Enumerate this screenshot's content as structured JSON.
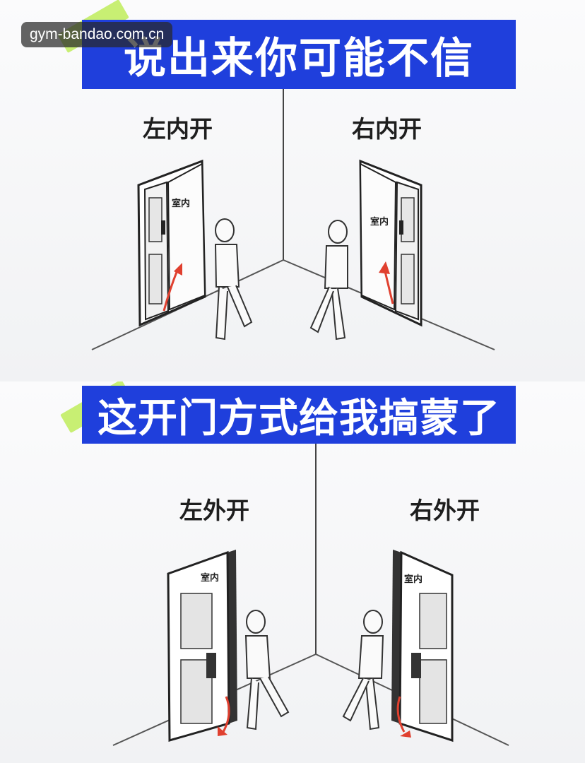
{
  "top_panel": {
    "banner": "说出来你可能不信",
    "left_label": "左内开",
    "right_label": "右内开",
    "room_label": "室内"
  },
  "bottom_panel": {
    "banner": "这开门方式给我搞蒙了",
    "left_label": "左外开",
    "right_label": "右外开",
    "room_label": "室内"
  },
  "watermark": "gym-bandao.com.cn",
  "colors": {
    "banner": "#1f3fdc",
    "tape": "#beec5a",
    "arrow": "#e0402f"
  }
}
